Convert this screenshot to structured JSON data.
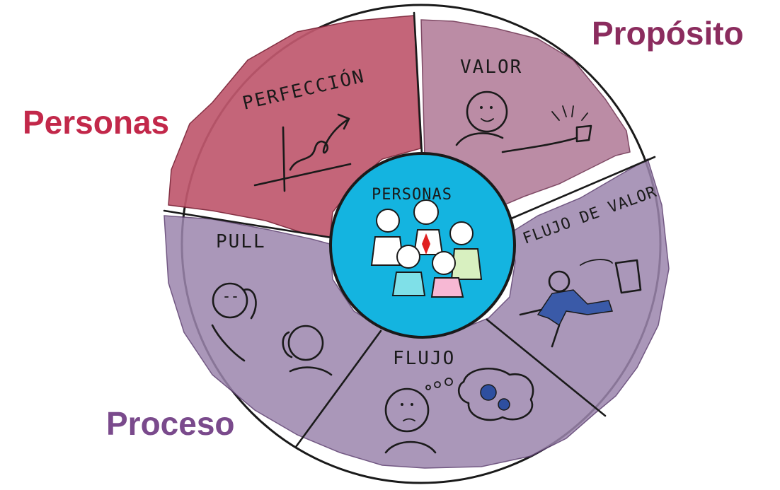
{
  "labels": {
    "personas": "Personas",
    "proposito": "Propósito",
    "proceso": "Proceso"
  },
  "segments": {
    "perfeccion": "PERFECCIÓN",
    "valor": "VALOR",
    "flujo_de_valor": "FLUJO DE VALOR",
    "flujo": "FLUJO",
    "pull": "PULL",
    "center": "PERSONAS"
  },
  "colors": {
    "personas": "#c2284a",
    "proposito": "#8b2c5e",
    "proceso": "#7a4a8c",
    "perfeccion_fill": "#c0586e",
    "valor_fill": "#b07896",
    "proceso_fill": "#9c86ad",
    "center_fill": "#14b4e0"
  },
  "icons": {
    "perfeccion": "growth-chart-icon",
    "valor": "person-with-gift-icon",
    "flujo_de_valor": "person-kicking-trash-icon",
    "flujo": "thinking-gears-icon",
    "pull": "people-on-phone-icon",
    "center": "group-of-people-icon"
  }
}
